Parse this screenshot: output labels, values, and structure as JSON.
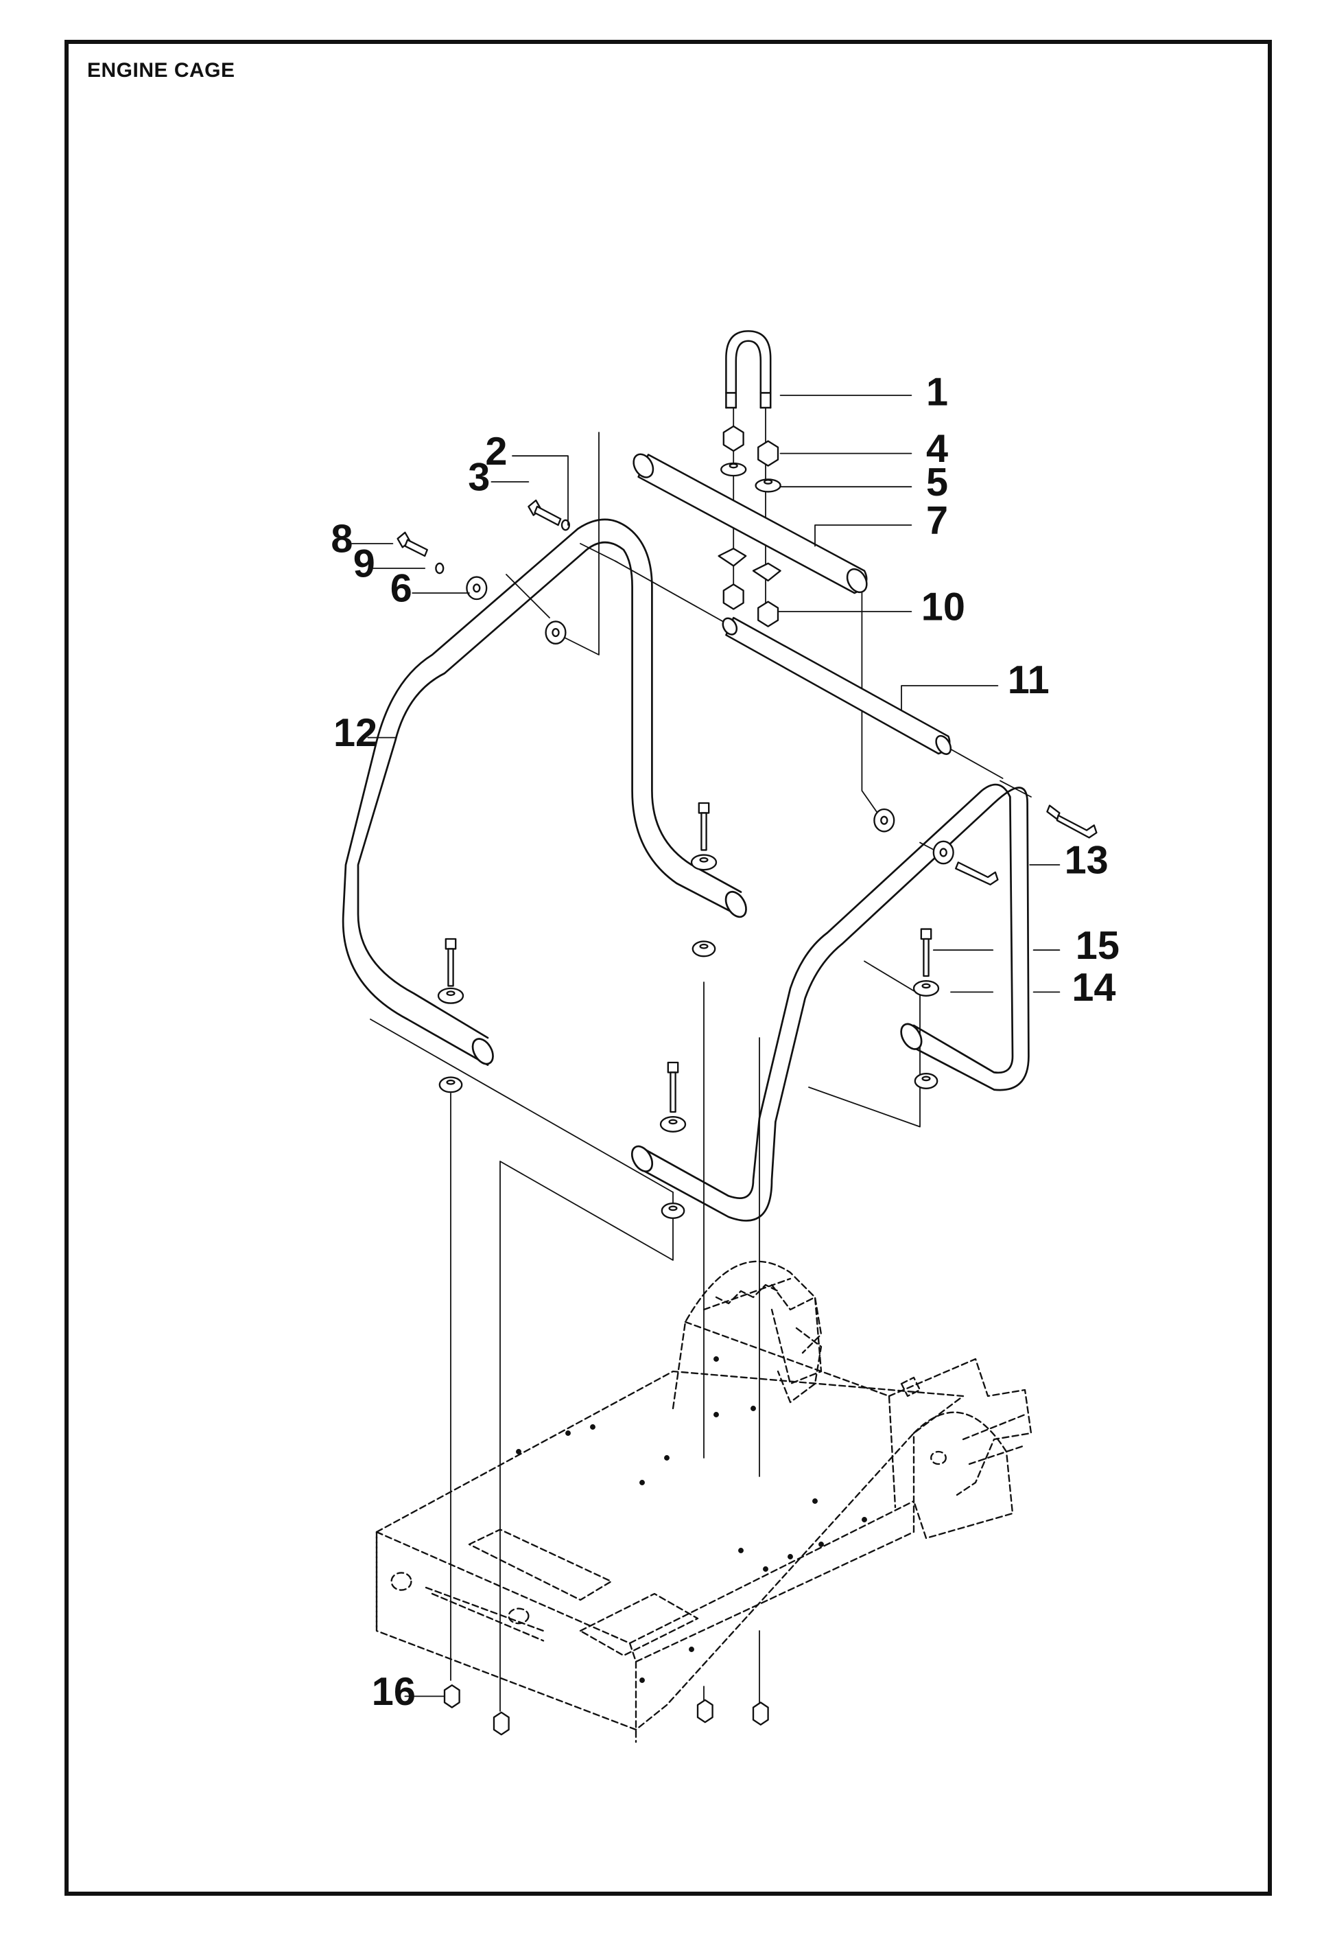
{
  "page": {
    "title": "ENGINE CAGE"
  },
  "callouts": [
    {
      "id": "c1",
      "label": "1"
    },
    {
      "id": "c2",
      "label": "2"
    },
    {
      "id": "c3",
      "label": "3"
    },
    {
      "id": "c4",
      "label": "4"
    },
    {
      "id": "c5",
      "label": "5"
    },
    {
      "id": "c6",
      "label": "6"
    },
    {
      "id": "c7",
      "label": "7"
    },
    {
      "id": "c8",
      "label": "8"
    },
    {
      "id": "c9",
      "label": "9"
    },
    {
      "id": "c10",
      "label": "10"
    },
    {
      "id": "c11",
      "label": "11"
    },
    {
      "id": "c12",
      "label": "12"
    },
    {
      "id": "c13",
      "label": "13"
    },
    {
      "id": "c14",
      "label": "14"
    },
    {
      "id": "c15",
      "label": "15"
    },
    {
      "id": "c16",
      "label": "16"
    }
  ],
  "style": {
    "ink": "#111111",
    "paper": "#ffffff"
  }
}
